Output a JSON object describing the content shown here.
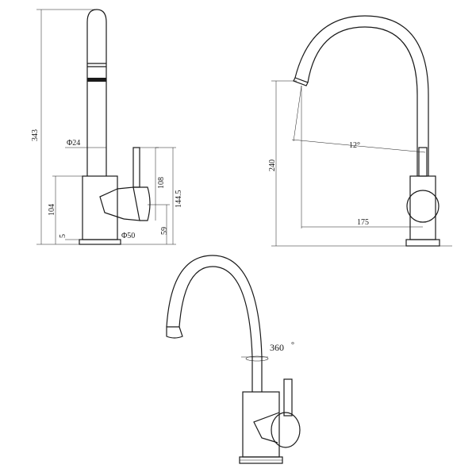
{
  "front_view": {
    "height_total": "343",
    "spout_diameter": "Φ24",
    "lever_height": "108",
    "handle_height": "144.5",
    "body_height": "104",
    "base_offset": "59",
    "base_diameter": "Φ50",
    "base_thickness": "5"
  },
  "side_view": {
    "height": "240",
    "reach": "175",
    "tilt_angle": "12°"
  },
  "iso_view": {
    "rotation": "360",
    "rotation_unit": "°"
  }
}
